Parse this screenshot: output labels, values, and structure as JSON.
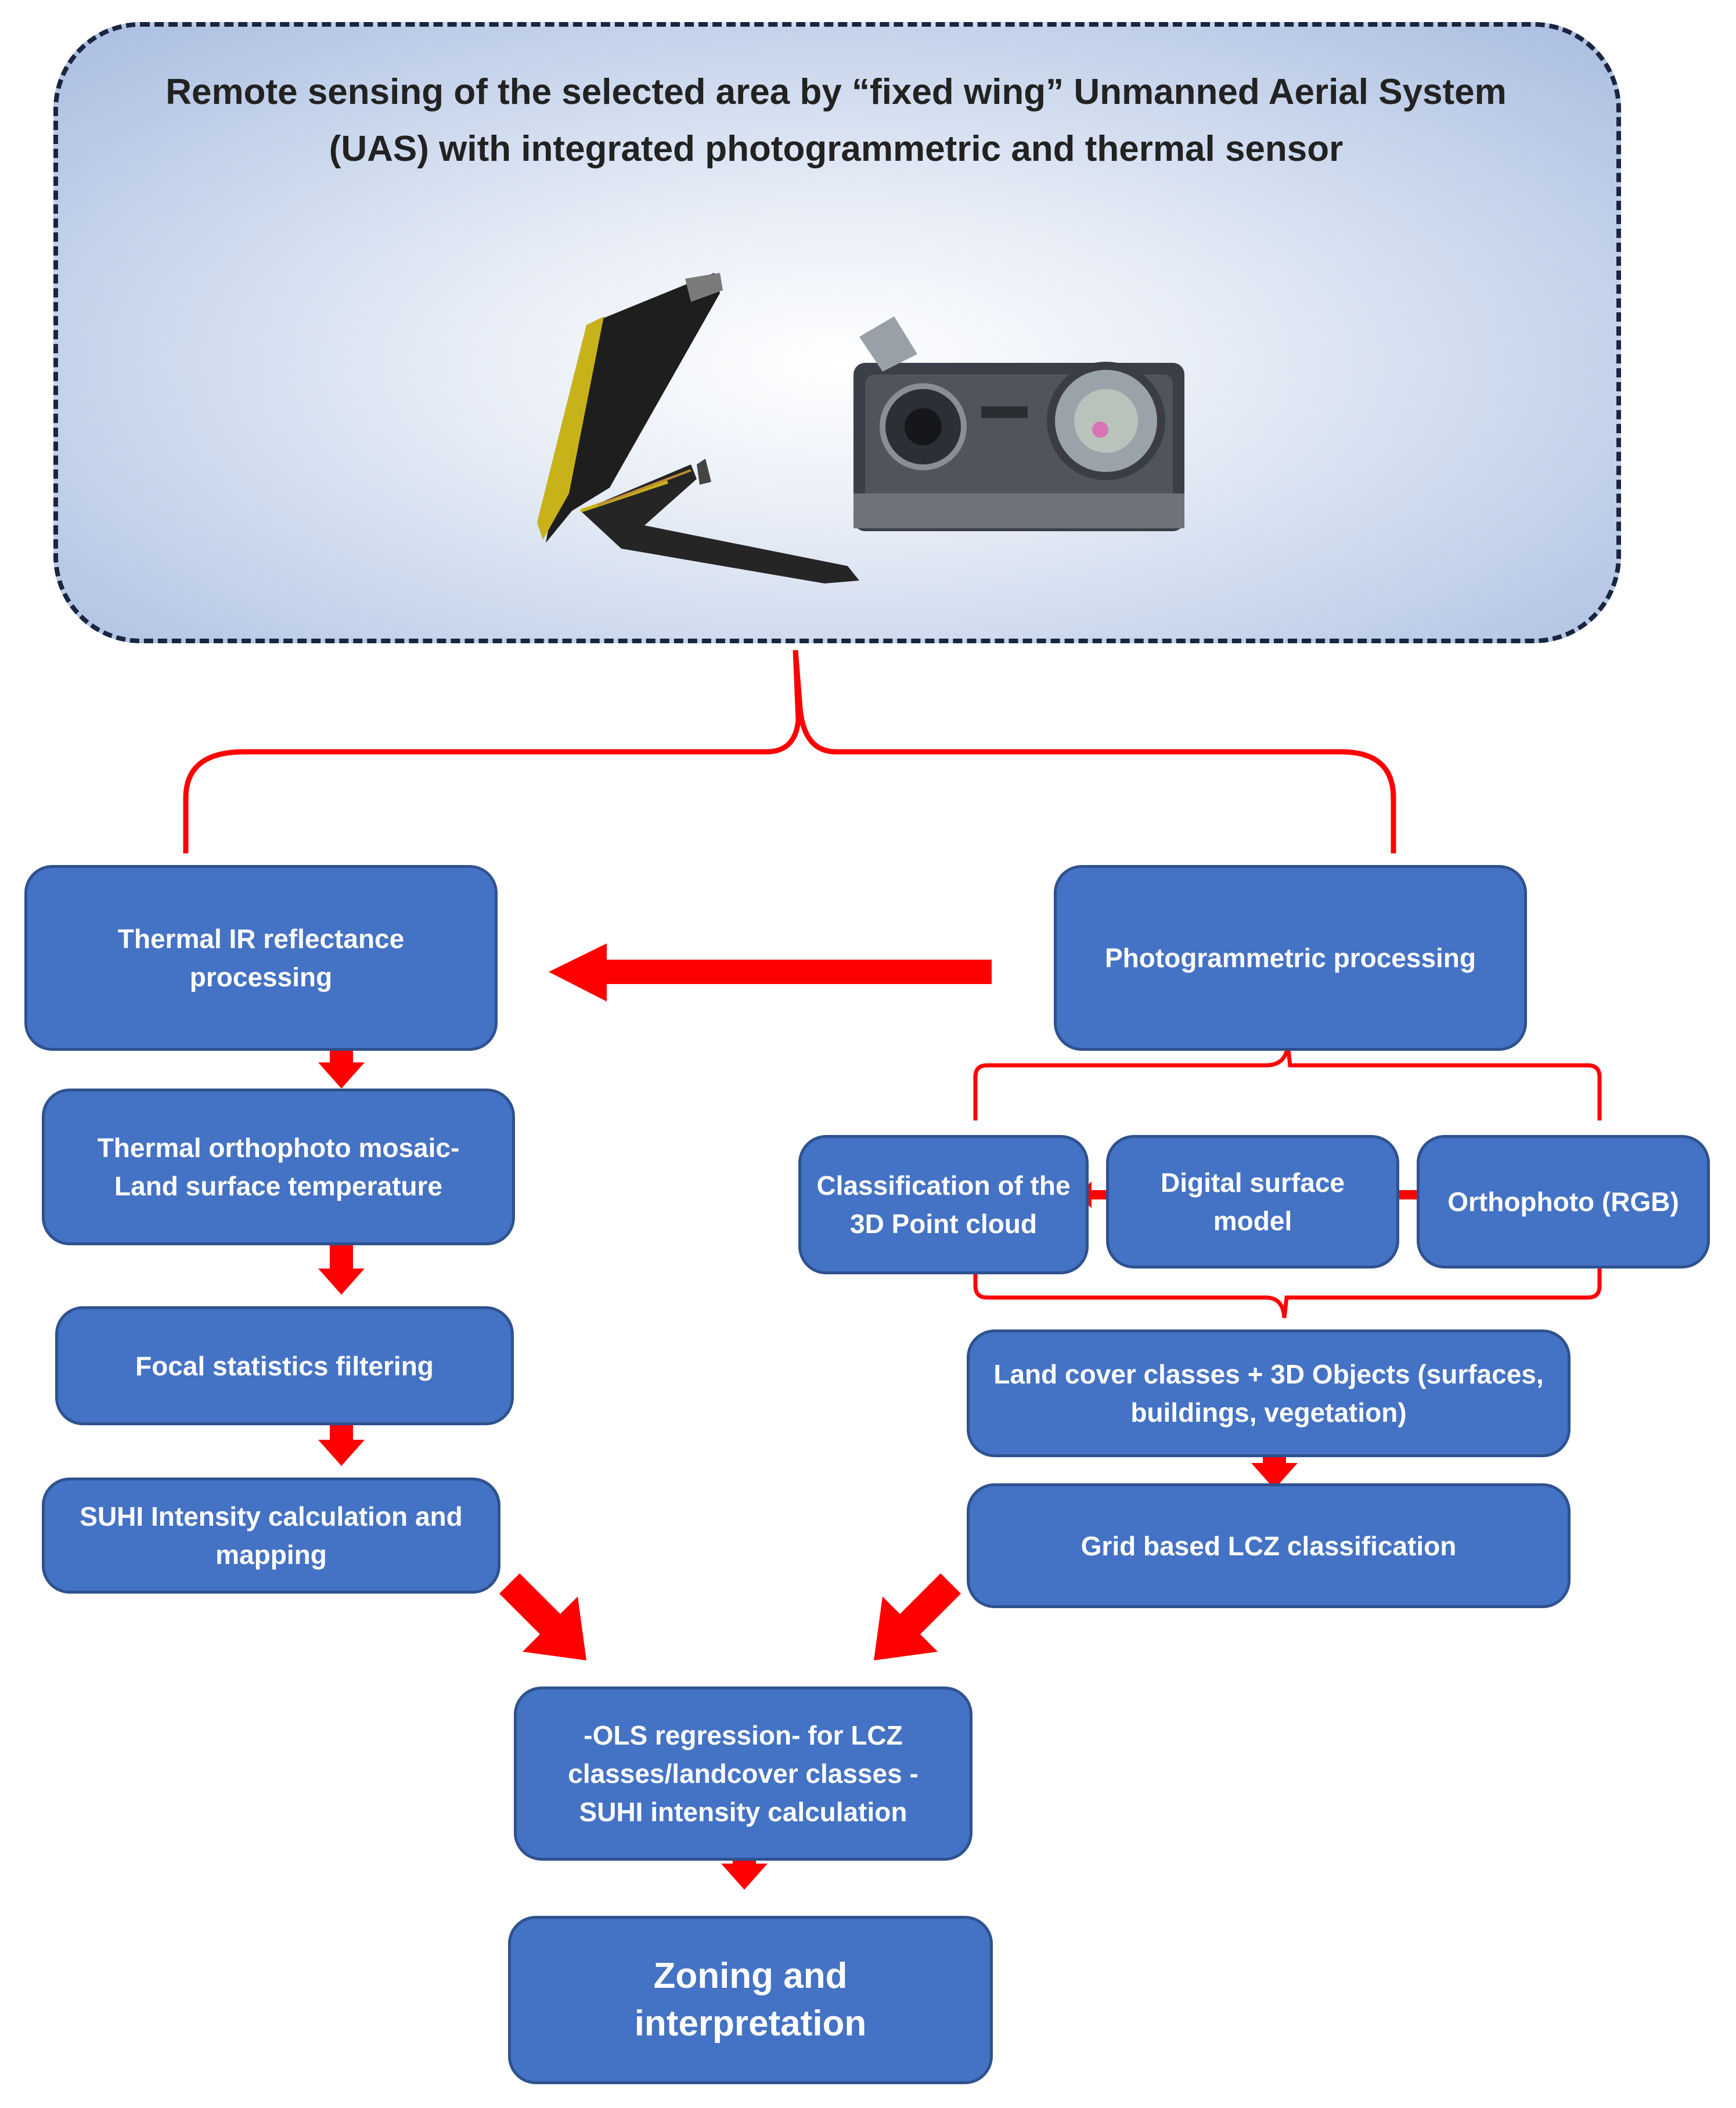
{
  "header": {
    "title": "Remote sensing of the selected area by “fixed wing” Unmanned Aerial System (UAS) with integrated photogrammetric and thermal sensor",
    "images": [
      "fixed-wing-drone",
      "thermal-rgb-camera"
    ]
  },
  "nodes": {
    "thermal_ir": "Thermal IR reflectance processing",
    "thermal_ortho": "Thermal orthophoto mosaic- Land surface temperature",
    "focal": "Focal statistics filtering",
    "suhi": "SUHI Intensity calculation and mapping",
    "photogrammetric": "Photogrammetric processing",
    "classification": "Classification of the 3D Point cloud",
    "dsm": "Digital surface model",
    "orthophoto": "Orthophoto (RGB)",
    "landcover": "Land cover classes + 3D Objects (surfaces, buildings, vegetation)",
    "lcz": "Grid based LCZ classification",
    "ols": "-OLS regression- for LCZ classes/landcover classes - SUHI intensity calculation",
    "zoning": "Zoning and interpretation"
  },
  "colors": {
    "node_fill": "#4472c4",
    "node_border": "#2f528f",
    "arrow": "#ff0000",
    "bracket": "#ff0000"
  }
}
